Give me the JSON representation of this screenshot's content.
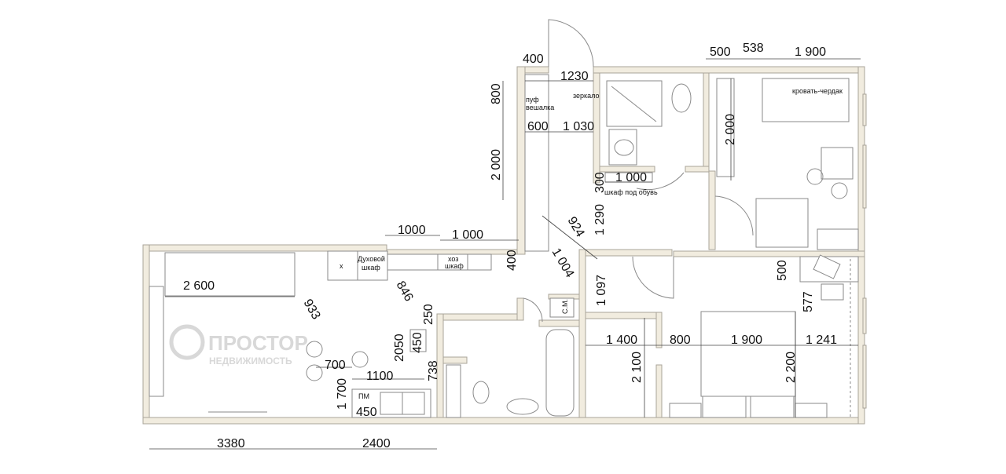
{
  "dims": [
    "400",
    "1230",
    "800",
    "600",
    "1 030",
    "2 000",
    "300",
    "1 000",
    "1 290",
    "924",
    "1 004",
    "1000",
    "1 000",
    "400",
    "2 600",
    "933",
    "846",
    "250",
    "2050",
    "450",
    "700",
    "1100",
    "738",
    "1 700",
    "450",
    "3380",
    "2400",
    "500",
    "538",
    "1 900",
    "2 000",
    "500",
    "577",
    "1 097",
    "1 400",
    "800",
    "1 900",
    "1 241",
    "2 100",
    "2 200"
  ],
  "labels": {
    "puf": "пуф",
    "hanger": "вешалка",
    "mirror": "зеркало",
    "shoe_cabinet": "шкаф под обувь",
    "loft_bed": "кровать-чердак",
    "oven_1": "Духовой",
    "oven_2": "шкаф",
    "utility_1": "хоз",
    "utility_2": "шкаф",
    "washer": "С.М.",
    "dishwasher": "ПМ",
    "cross": "x"
  },
  "watermark": {
    "line1": "ПРОСТОР",
    "line2": "НЕДВИЖИМОСТЬ"
  }
}
